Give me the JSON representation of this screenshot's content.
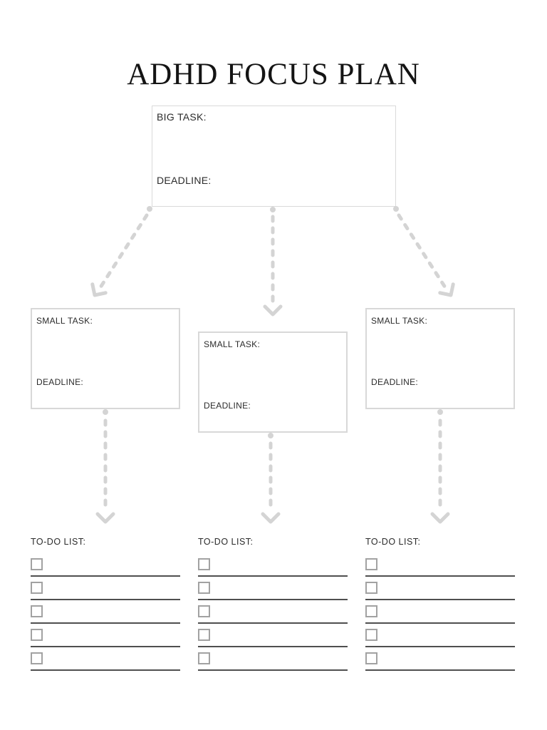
{
  "title": "ADHD FOCUS PLAN",
  "big_task": {
    "label": "BIG TASK:",
    "deadline_label": "DEADLINE:"
  },
  "small_tasks": {
    "left": {
      "label": "SMALL TASK:",
      "deadline_label": "DEADLINE:"
    },
    "middle": {
      "label": "SMALL TASK:",
      "deadline_label": "DEADLINE:"
    },
    "right": {
      "label": "SMALL TASK:",
      "deadline_label": "DEADLINE:"
    }
  },
  "todo_lists": {
    "left": {
      "heading": "TO-DO LIST:",
      "item_count": 5
    },
    "middle": {
      "heading": "TO-DO LIST:",
      "item_count": 5
    },
    "right": {
      "heading": "TO-DO LIST:",
      "item_count": 5
    }
  },
  "colors": {
    "background": "#ffffff",
    "title_text": "#141414",
    "label_text": "#2b2b2b",
    "big_box_border": "#dadada",
    "small_box_border": "#d8d8d8",
    "arrow": "#d4d4d4",
    "checkbox_border": "#a2a2a2",
    "todo_line": "#4f4f4f"
  }
}
